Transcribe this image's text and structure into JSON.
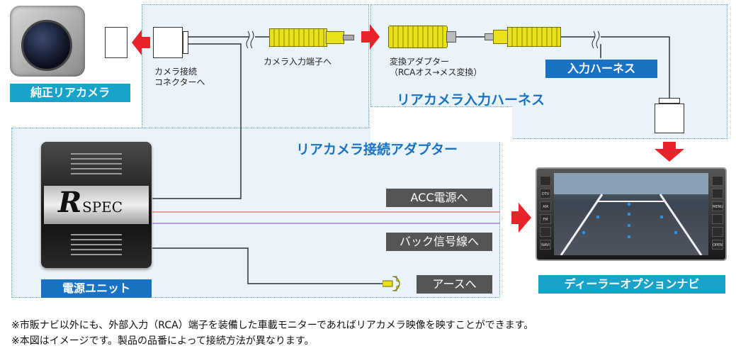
{
  "labels": {
    "genuine_camera": "純正リアカメラ",
    "camera_connector": "カメラ接続\nコネクターへ",
    "camera_input": "カメラ入力端子へ",
    "converter": "変換アダプター\n（RCAオス→メス変換）",
    "input_harness_tag": "入力ハーネス",
    "rear_camera_harness": "リアカメラ入力ハーネス",
    "rear_camera_adapter": "リアカメラ接続アダプター",
    "acc": "ACC電源へ",
    "back_signal": "バック信号線へ",
    "ground": "アースへ",
    "power_unit": "電源ユニット",
    "dealer_navi": "ディーラーオプションナビ",
    "rspec_logo": "SPEC",
    "rspec_r": "R"
  },
  "notes": [
    "※市販ナビ以外にも、外部入力（RCA）端子を装備した車載モニターであればリアカメラ映像を映すことができます。",
    "※本図はイメージです。製品の品番によって接続方法が異なります。"
  ],
  "navi_buttons_left": [
    "",
    "DTV",
    "AM",
    "FM",
    "",
    "NAVI"
  ],
  "navi_buttons_right": [
    "",
    "",
    "MENU",
    "",
    "",
    "OPEN"
  ],
  "colors": {
    "blue_label": "#1a72c2",
    "cyan_label": "#19a3c8",
    "red_arrow": "#e8232a",
    "zone_fill": "#eaf3fa",
    "zone_border": "#5aa7d6",
    "rca_yellow": "#e9e21b"
  }
}
